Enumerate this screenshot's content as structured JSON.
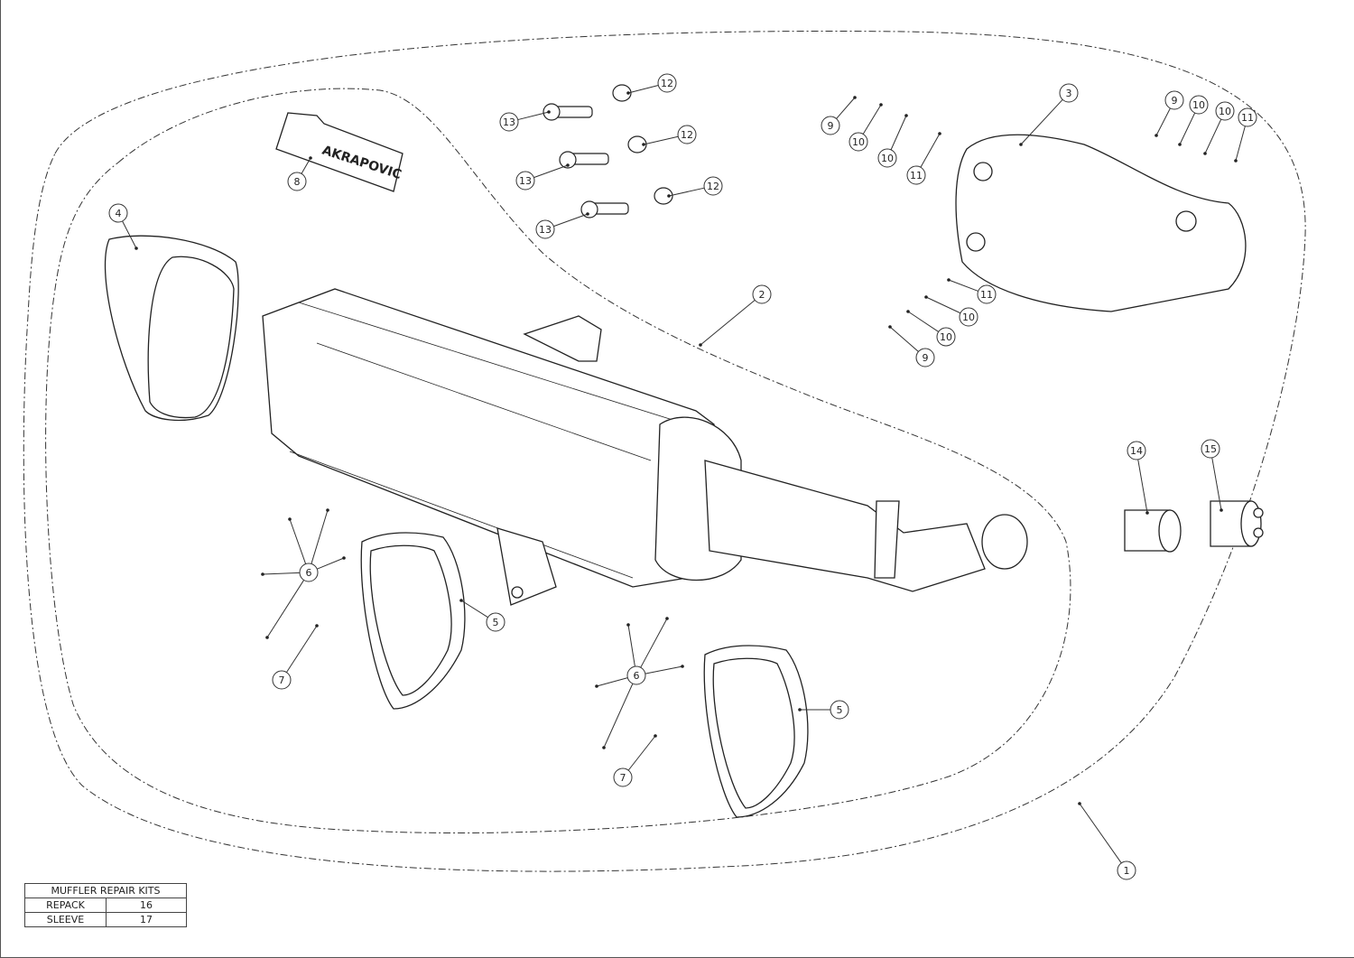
{
  "diagram": {
    "logo_text": "AKRAPOVIC",
    "callouts": [
      "1",
      "2",
      "3",
      "4",
      "5",
      "5",
      "6",
      "6",
      "7",
      "7",
      "8",
      "9",
      "9",
      "9",
      "10",
      "10",
      "10",
      "10",
      "10",
      "10",
      "11",
      "11",
      "11",
      "12",
      "12",
      "12",
      "13",
      "13",
      "13",
      "14",
      "15"
    ]
  },
  "repair_kits": {
    "title": "MUFFLER REPAIR KITS",
    "rows": [
      {
        "name": "REPACK",
        "number": "16"
      },
      {
        "name": "SLEEVE",
        "number": "17"
      }
    ]
  }
}
